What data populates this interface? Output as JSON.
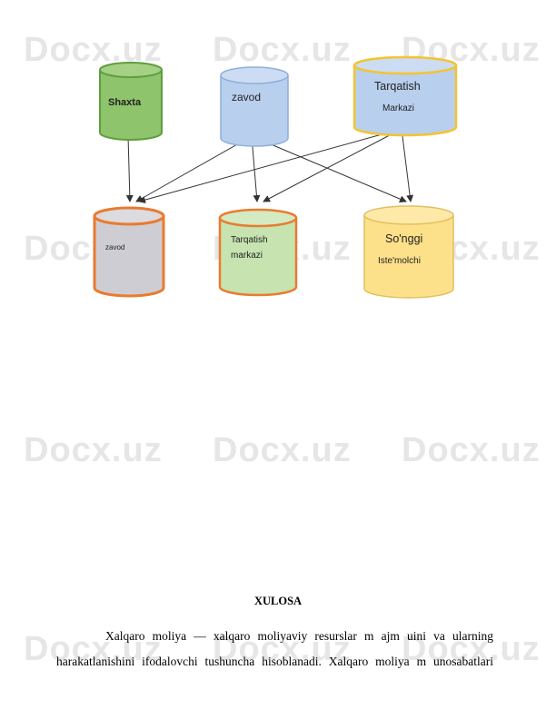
{
  "watermark": "Docx.uz",
  "diagram": {
    "top_row": [
      {
        "id": "shaxta",
        "label": "Shaxta",
        "fill": "#8ec46b",
        "stroke": "#5f9e3e"
      },
      {
        "id": "zavod_top",
        "label": "zavod",
        "fill": "#b8cfee",
        "stroke": "#8eaedb"
      },
      {
        "id": "tarqatish_top",
        "label1": "Tarqatish",
        "label2": "Markazi",
        "fill": "#b8cfee",
        "stroke": "#f4c430"
      }
    ],
    "bottom_row": [
      {
        "id": "zavod_bottom",
        "label": "zavod",
        "fill": "#cfcdd4",
        "stroke": "#e87c30"
      },
      {
        "id": "tarqatish_bottom",
        "label1": "Tarqatish",
        "label2": "markazi",
        "fill": "#c6e3b0",
        "stroke": "#e87c30"
      },
      {
        "id": "songgi",
        "label1": "So'nggi",
        "label2": "Iste'molchi",
        "fill": "#fde08a",
        "stroke": "#e0c060"
      }
    ]
  },
  "conclusion": {
    "heading": "XULOSA",
    "line1": "Xalqaro moliya — xalqaro moliyaviy resurslar m ajm uini va ularning",
    "line2": "harakatlanishini ifodalovchi tushuncha hisoblanadi. Xalqaro moliya m unosabatlari"
  }
}
